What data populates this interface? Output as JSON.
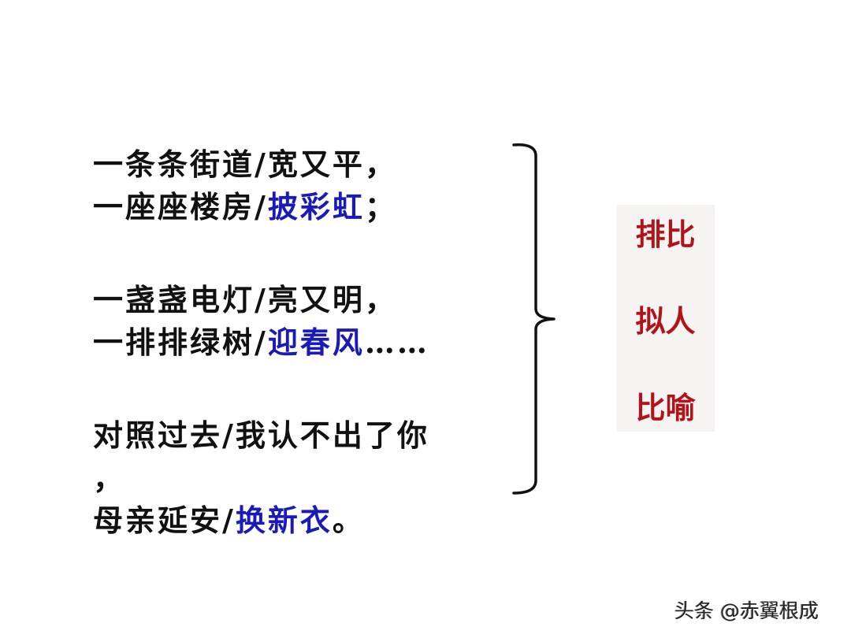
{
  "poem": {
    "lines": [
      {
        "plain": "一条条街道/宽又平，",
        "highlight": "",
        "tail": ""
      },
      {
        "plain": "一座座楼房/",
        "highlight": "披彩虹",
        "tail": "；"
      },
      {
        "plain": "一盏盏电灯/亮又明，",
        "highlight": "",
        "tail": ""
      },
      {
        "plain": "一排排绿树/",
        "highlight": "迎春风",
        "tail": "……"
      },
      {
        "plain": "对照过去/我认不出了你",
        "highlight": "",
        "tail": ""
      },
      {
        "plain": "，",
        "highlight": "",
        "tail": ""
      },
      {
        "plain": "母亲延安/",
        "highlight": "换新衣",
        "tail": "。"
      }
    ]
  },
  "rhetorical_devices": {
    "items": [
      "排比",
      "拟人",
      "比喻"
    ]
  },
  "watermark": "头条 @赤翼根成",
  "colors": {
    "text": "#111111",
    "highlight": "#1a1ab8",
    "device_text": "#b01418",
    "device_box_bg": "#f6f4f3"
  }
}
